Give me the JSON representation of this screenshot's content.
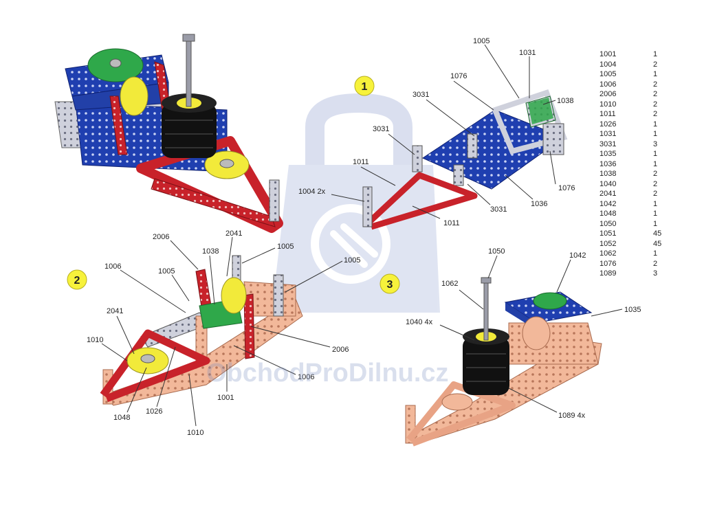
{
  "steps": [
    "1",
    "2",
    "3"
  ],
  "parts_list": [
    {
      "part": "1001",
      "qty": "1"
    },
    {
      "part": "1004",
      "qty": "2"
    },
    {
      "part": "1005",
      "qty": "1"
    },
    {
      "part": "1006",
      "qty": "2"
    },
    {
      "part": "2006",
      "qty": "2"
    },
    {
      "part": "1010",
      "qty": "2"
    },
    {
      "part": "1011",
      "qty": "2"
    },
    {
      "part": "1026",
      "qty": "1"
    },
    {
      "part": "1031",
      "qty": "1"
    },
    {
      "part": "3031",
      "qty": "3"
    },
    {
      "part": "1035",
      "qty": "1"
    },
    {
      "part": "1036",
      "qty": "1"
    },
    {
      "part": "1038",
      "qty": "2"
    },
    {
      "part": "1040",
      "qty": "2"
    },
    {
      "part": "2041",
      "qty": "2"
    },
    {
      "part": "1042",
      "qty": "1"
    },
    {
      "part": "1048",
      "qty": "1"
    },
    {
      "part": "1050",
      "qty": "1"
    },
    {
      "part": "1051",
      "qty": "45"
    },
    {
      "part": "1052",
      "qty": "45"
    },
    {
      "part": "1062",
      "qty": "1"
    },
    {
      "part": "1076",
      "qty": "2"
    },
    {
      "part": "1089",
      "qty": "3"
    }
  ],
  "callouts": {
    "s1_1005": "1005",
    "s1_1031": "1031",
    "s1_1076a": "1076",
    "s1_1038": "1038",
    "s1_3031a": "3031",
    "s1_3031b": "3031",
    "s1_1011a": "1011",
    "s1_1004": "1004 2x",
    "s1_1011b": "1011",
    "s1_3031c": "3031",
    "s1_1036": "1036",
    "s1_1076b": "1076",
    "s2_2006a": "2006",
    "s2_2041a": "2041",
    "s2_1005a": "1005",
    "s2_1038": "1038",
    "s2_1006a": "1006",
    "s2_1005b": "1005",
    "s2_1005c": "1005",
    "s2_2041b": "2041",
    "s2_1010a": "1010",
    "s2_2006b": "2006",
    "s2_1006b": "1006",
    "s2_1001": "1001",
    "s2_1048": "1048",
    "s2_1026": "1026",
    "s2_1010b": "1010",
    "s3_1050": "1050",
    "s3_1042": "1042",
    "s3_1062": "1062",
    "s3_1035": "1035",
    "s3_1040": "1040 4x",
    "s3_1089": "1089 4x"
  },
  "watermark": "ObchodProDilnu.cz",
  "colors": {
    "blue_plate": "#1f3fb0",
    "red_strip": "#c8222a",
    "green_wheel": "#2fa84a",
    "yellow_disc": "#f2ea3a",
    "silver": "#c9cbd6",
    "salmon": "#f2b89a",
    "tire": "#111111",
    "watermark": "#bcc6e2"
  }
}
